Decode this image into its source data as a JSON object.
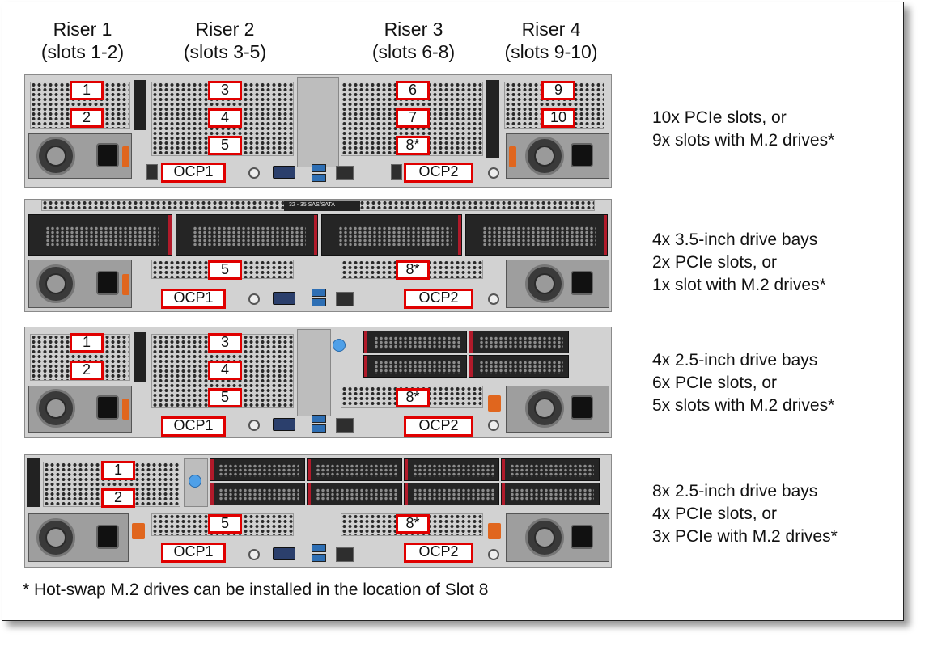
{
  "risers": [
    {
      "name": "Riser 1",
      "slots": "(slots 1-2)"
    },
    {
      "name": "Riser 2",
      "slots": "(slots 3-5)"
    },
    {
      "name": "Riser 3",
      "slots": "(slots 6-8)"
    },
    {
      "name": "Riser 4",
      "slots": "(slots 9-10)"
    }
  ],
  "configs": [
    {
      "slot_labels": [
        "1",
        "2",
        "3",
        "4",
        "5",
        "6",
        "7",
        "8*",
        "9",
        "10",
        "OCP1",
        "OCP2"
      ],
      "description": [
        "10x PCIe slots, or",
        "9x slots with M.2 drives*"
      ]
    },
    {
      "slot_labels": [
        "5",
        "8*",
        "OCP1",
        "OCP2"
      ],
      "bay_label": "32 - 35 SAS/SATA",
      "description": [
        "4x 3.5-inch drive bays",
        "2x PCIe slots, or",
        "1x slot with M.2 drives*"
      ]
    },
    {
      "slot_labels": [
        "1",
        "2",
        "3",
        "4",
        "5",
        "8*",
        "OCP1",
        "OCP2"
      ],
      "description": [
        "4x 2.5-inch drive bays",
        "6x PCIe slots, or",
        "5x slots with M.2 drives*"
      ]
    },
    {
      "slot_labels": [
        "1",
        "2",
        "5",
        "8*",
        "OCP1",
        "OCP2"
      ],
      "description": [
        "8x 2.5-inch drive bays",
        "4x PCIe slots, or",
        "3x PCIe with M.2 drives*"
      ]
    }
  ],
  "footnote": "* Hot-swap M.2 drives can be installed in the location of Slot 8",
  "colors": {
    "label_border": "#e00000",
    "chassis": "#d2d2d2",
    "latch": "#e0661e",
    "drive_accent": "#b11a2a",
    "usb": "#2e6fb4"
  }
}
